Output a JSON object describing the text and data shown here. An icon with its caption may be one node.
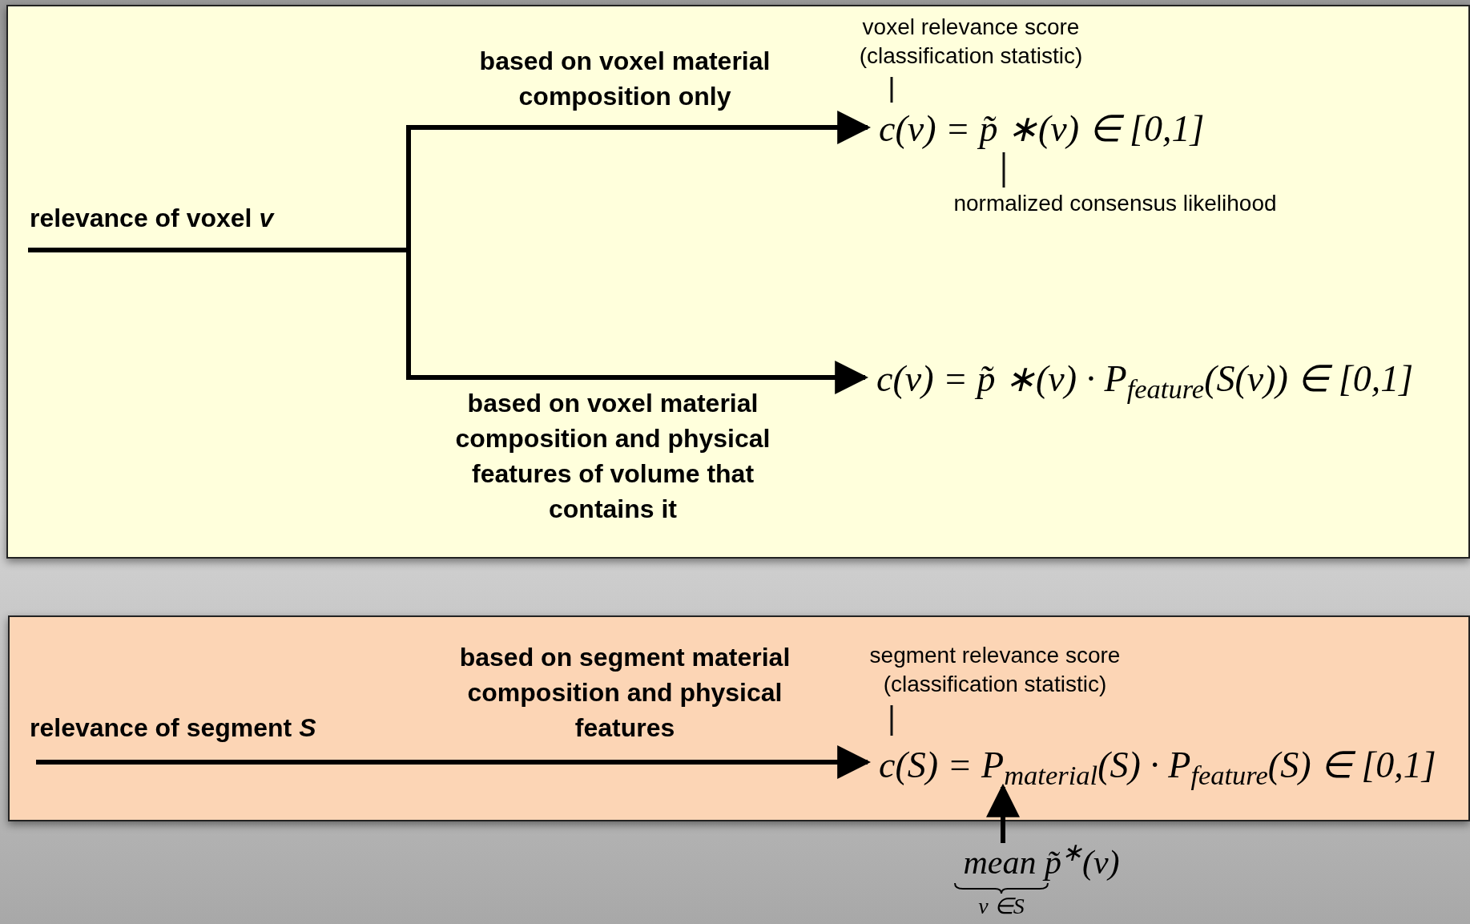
{
  "diagram": {
    "nodes": [
      {
        "text": [],
        "shape": "box"
      },
      {
        "text": [
          "relevance of voxel *v*"
        ],
        "in": 0
      },
      {
        "text": [
          "c(v) = p̃ ∗(v) ∈ [0,1]"
        ],
        "in": 0
      },
      {
        "text": [
          "voxel relevance score (classification statistic)"
        ],
        "in": 0
      },
      {
        "text": [
          "normalized consensus likelihood"
        ],
        "in": 0
      },
      {
        "text": [
          "c(v) = p̃ ∗(v) · P$_{feature}$(S(v)) ∈ [0,1]"
        ],
        "in": 0
      },
      {
        "text": [],
        "shape": "box"
      },
      {
        "text": [
          "relevance of segment *S*"
        ],
        "in": 6
      },
      {
        "text": [
          "c(S) = P$_{material}$(S) · P$_{feature}$(S) ∈ [0,1]"
        ],
        "in": 6
      },
      {
        "text": [
          "segment relevance score (classification statistic)"
        ],
        "in": 6
      },
      {
        "text": [
          "mean p̃$^{∗}$(v)",
          "v ∈S"
        ]
      }
    ],
    "edges": [
      {
        "from": 1,
        "to": 2,
        "arrow": "to",
        "label": "based on voxel material composition only"
      },
      {
        "from": 1,
        "to": 5,
        "arrow": "to",
        "label": "based on voxel material composition and physical features of volume that contains it"
      },
      {
        "from": 3,
        "to": 2,
        "arrow": "none"
      },
      {
        "from": 4,
        "to": 2,
        "arrow": "none"
      },
      {
        "from": 7,
        "to": 8,
        "arrow": "to",
        "label": "based on segment material composition and physical features"
      },
      {
        "from": 9,
        "to": 8,
        "arrow": "none"
      },
      {
        "from": 10,
        "to": 8,
        "arrow": "to"
      }
    ]
  }
}
